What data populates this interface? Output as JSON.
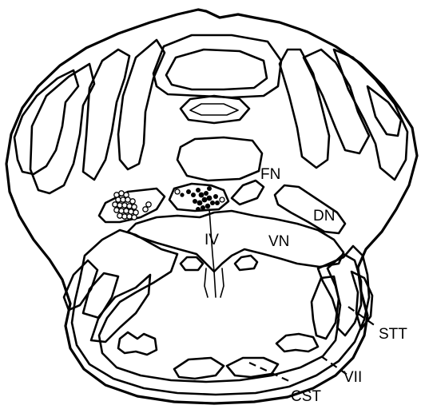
{
  "labels": {
    "fn": "FN",
    "dn": "DN",
    "iv": "IV",
    "vn": "VN",
    "stt": "STT",
    "vii": "VII",
    "cst": "CST"
  },
  "colors": {
    "ink": "#000000",
    "background": "#ffffff"
  }
}
